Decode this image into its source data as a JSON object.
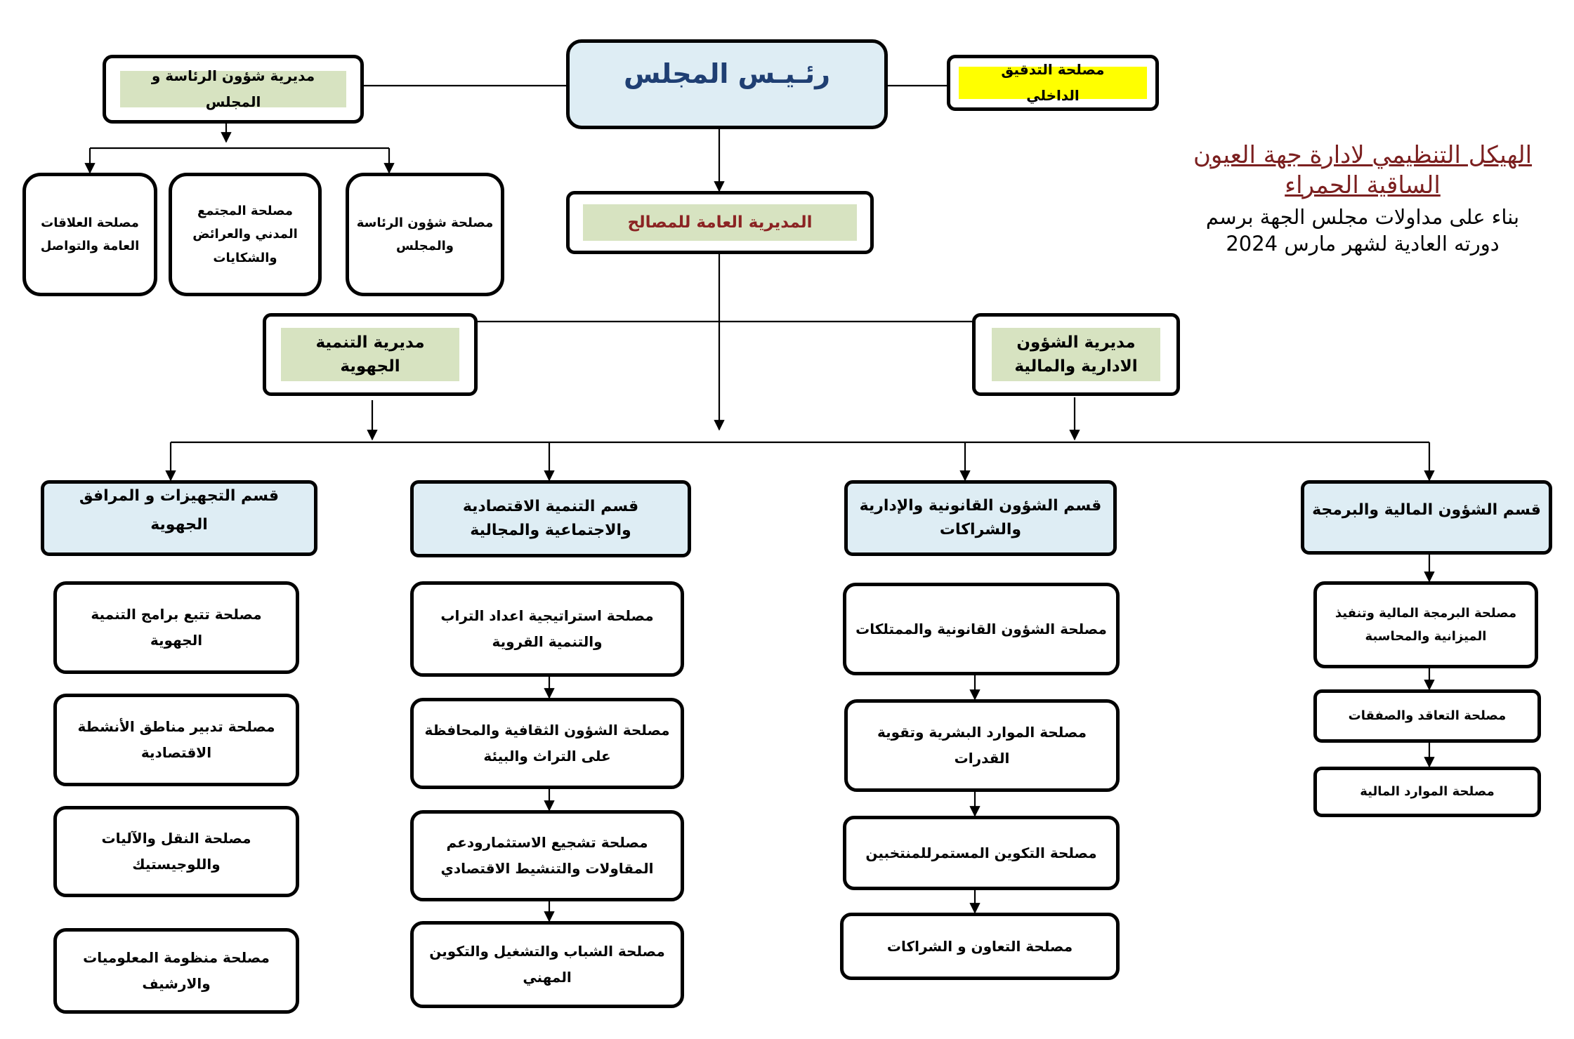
{
  "chart_title": {
    "line1": "الهيكل التنظيمي لادارة جهة  العيون",
    "line2": "الساقية الحمراء",
    "line3": "بناء على مداولات مجلس الجهة برسم",
    "line4": "دورته العادية لشهر مارس 2024"
  },
  "top": {
    "president": "رئـيـس المجلس",
    "internal_audit": "مصلحة التدقيق الداخلي",
    "presidency_directorate": "مديرية شؤون الرئاسة و المجلس",
    "general_directorate": "المديرية العامة للمصالح"
  },
  "presidency_services": [
    "مصلحة شؤون الرئاسة والمجلس",
    "مصلحة المجتمع المدني والعرائض والشكايات",
    "مصلحة العلاقات العامة والتواصل"
  ],
  "directorates": {
    "admin_finance": "مديرية الشؤون الادارية والمالية",
    "regional_dev": "مديرية التنمية الجهوية"
  },
  "departments": {
    "finance": "قسم الشؤون المالية  والبرمجة",
    "legal": "قسم الشؤون القانونية والإدارية والشراكات",
    "economic": "قسم التنمية الاقتصادية والاجتماعية والمجالية",
    "equipment": "قسم التجهيزات و المرافق الجهوية"
  },
  "finance_services": [
    "مصلحة البرمجة المالية وتنفيذ الميزانية والمحاسبة",
    "مصلحة التعاقد والصفقات",
    "مصلحة الموارد المالية"
  ],
  "legal_services": [
    "مصلحة الشؤون القانونية والممتلكات",
    "مصلحة الموارد البشرية وتقوية القدرات",
    "مصلحة التكوين المستمرللمنتخبين",
    "مصلحة التعاون و الشراكات"
  ],
  "economic_services": [
    "مصلحة  استراتيجية اعداد التراب والتنمية القروية",
    "مصلحة الشؤون الثقافية والمحافظة على التراث والبيئة",
    "مصلحة تشجيع الاستثمارودعم المقاولات والتنشيط الاقتصادي",
    "مصلحة الشباب والتشغيل والتكوين المهني"
  ],
  "equipment_services": [
    "مصلحة تتبع برامج التنمية الجهوية",
    "مصلحة تدبير مناطق الأنشطة الاقتصادية",
    "مصلحة النقل والآليات واللوجيستيك",
    "مصلحة منظومة المعلوميات والارشيف"
  ],
  "colors": {
    "header_blue": "#deedf4",
    "header_green": "#d7e3c1",
    "audit_yellow": "#ffff00",
    "president_text": "#1f3f73",
    "general_text": "#8b2323",
    "title_red": "#7b1f1f"
  }
}
